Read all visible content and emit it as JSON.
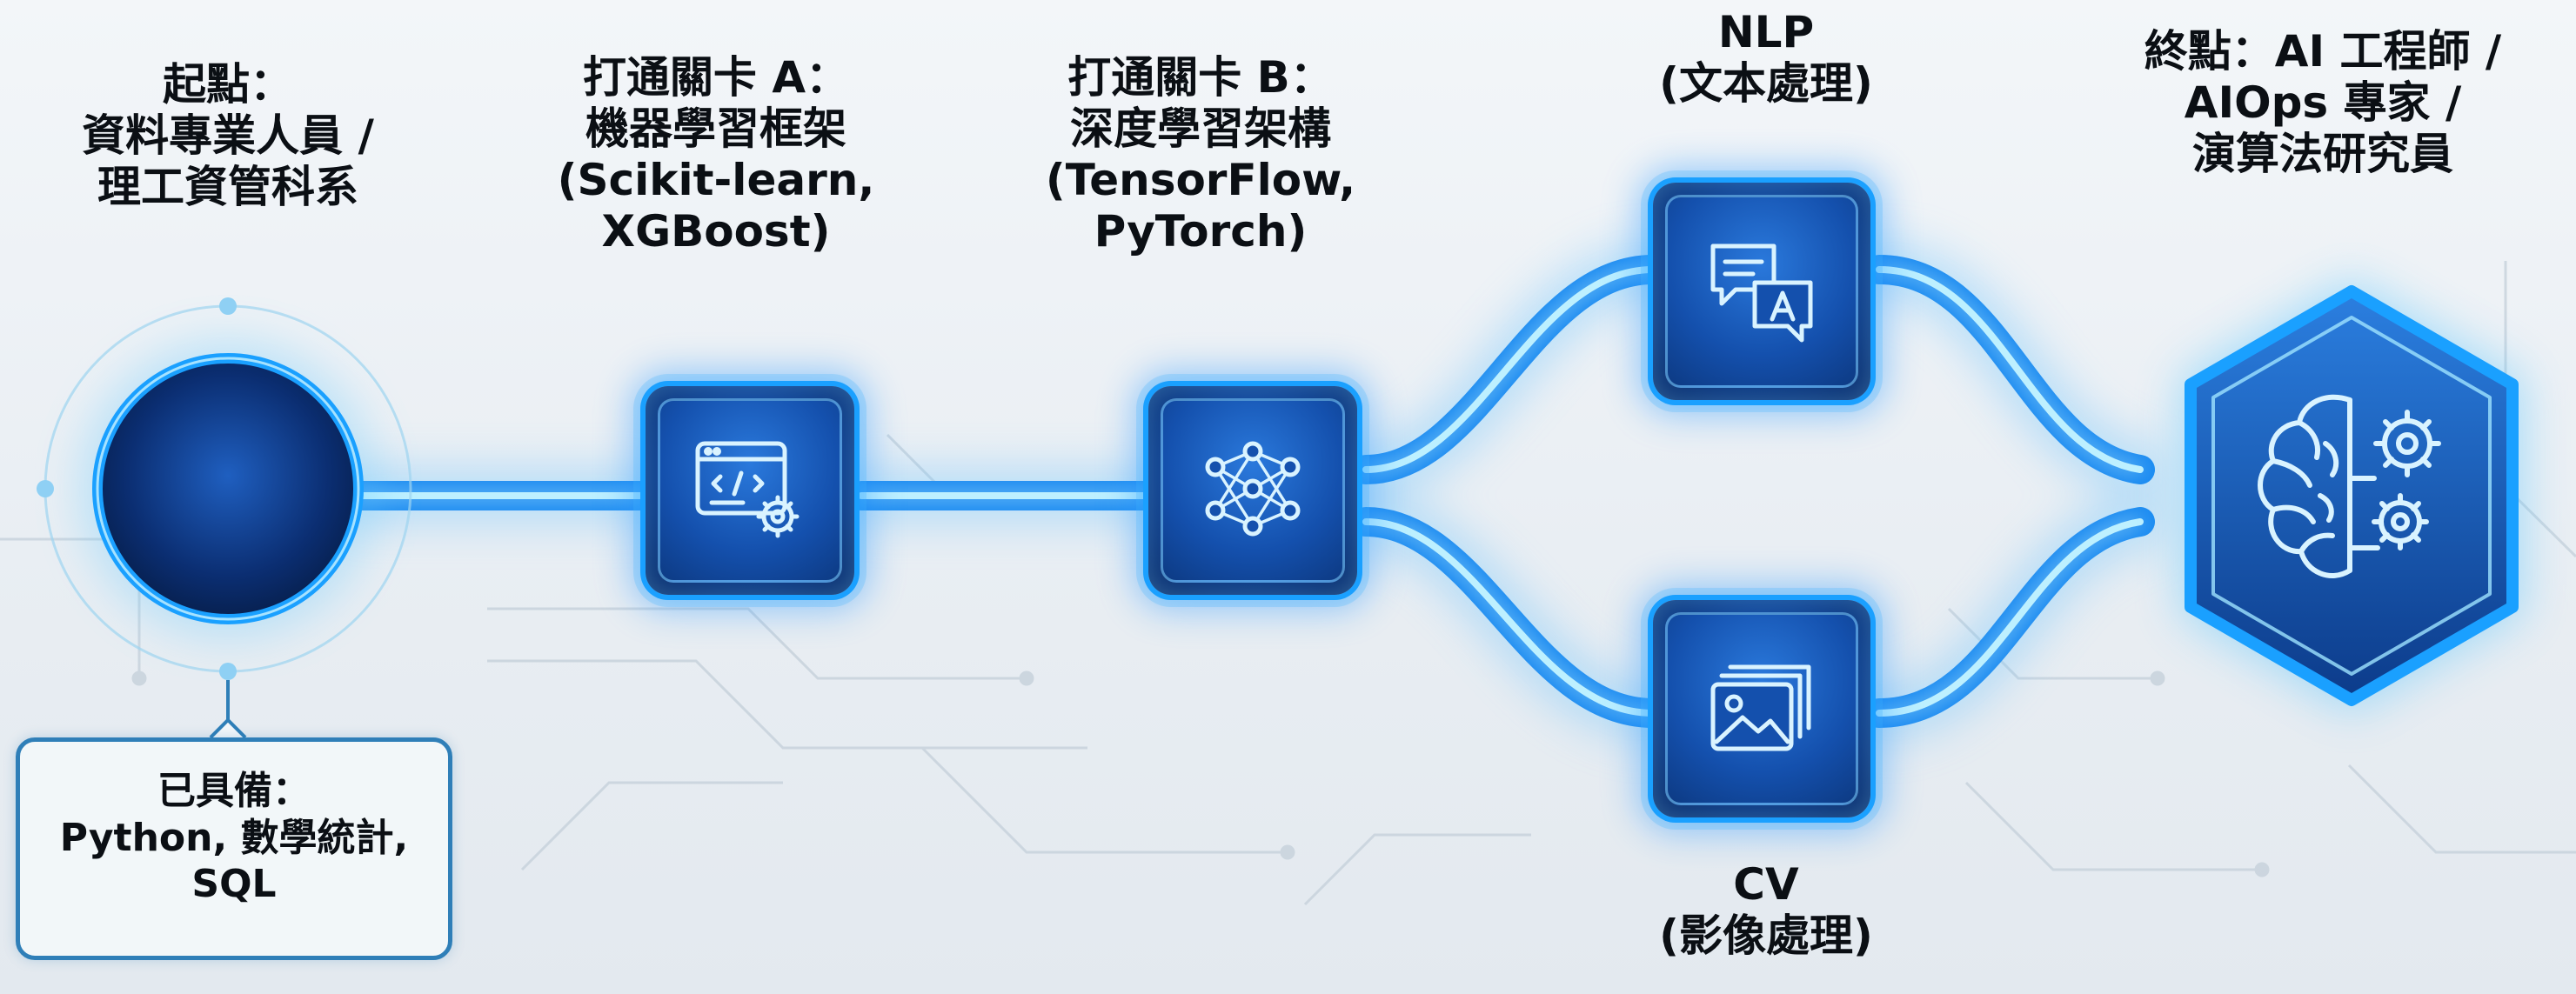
{
  "start": {
    "title_lines": [
      "起點：",
      "資料專業人員 /",
      "理工資管科系"
    ]
  },
  "start_callout": {
    "lines": [
      "已具備：",
      "Python, 數學統計,",
      "SQL"
    ]
  },
  "checkpoint_a": {
    "lines": [
      "打通關卡 A：",
      "機器學習框架",
      "(Scikit-learn,",
      "XGBoost)"
    ],
    "icon": "code-window-gear-icon"
  },
  "checkpoint_b": {
    "lines": [
      "打通關卡 B：",
      "深度學習架構",
      "(TensorFlow,",
      "PyTorch)"
    ],
    "icon": "neural-network-icon"
  },
  "nlp": {
    "lines": [
      "NLP",
      "(文本處理)"
    ],
    "icon": "chat-translate-icon"
  },
  "cv": {
    "lines": [
      "CV",
      "(影像處理)"
    ],
    "icon": "image-gallery-icon"
  },
  "end": {
    "lines": [
      "終點：AI 工程師 /",
      "AIOps 專家 /",
      "演算法研究員"
    ],
    "icon": "brain-gears-icon"
  },
  "colors": {
    "accent": "#1aa0ff",
    "card_dark": "#0f3f8e",
    "glow": "#5fd0ff",
    "callout_border": "#2f7fb8"
  }
}
